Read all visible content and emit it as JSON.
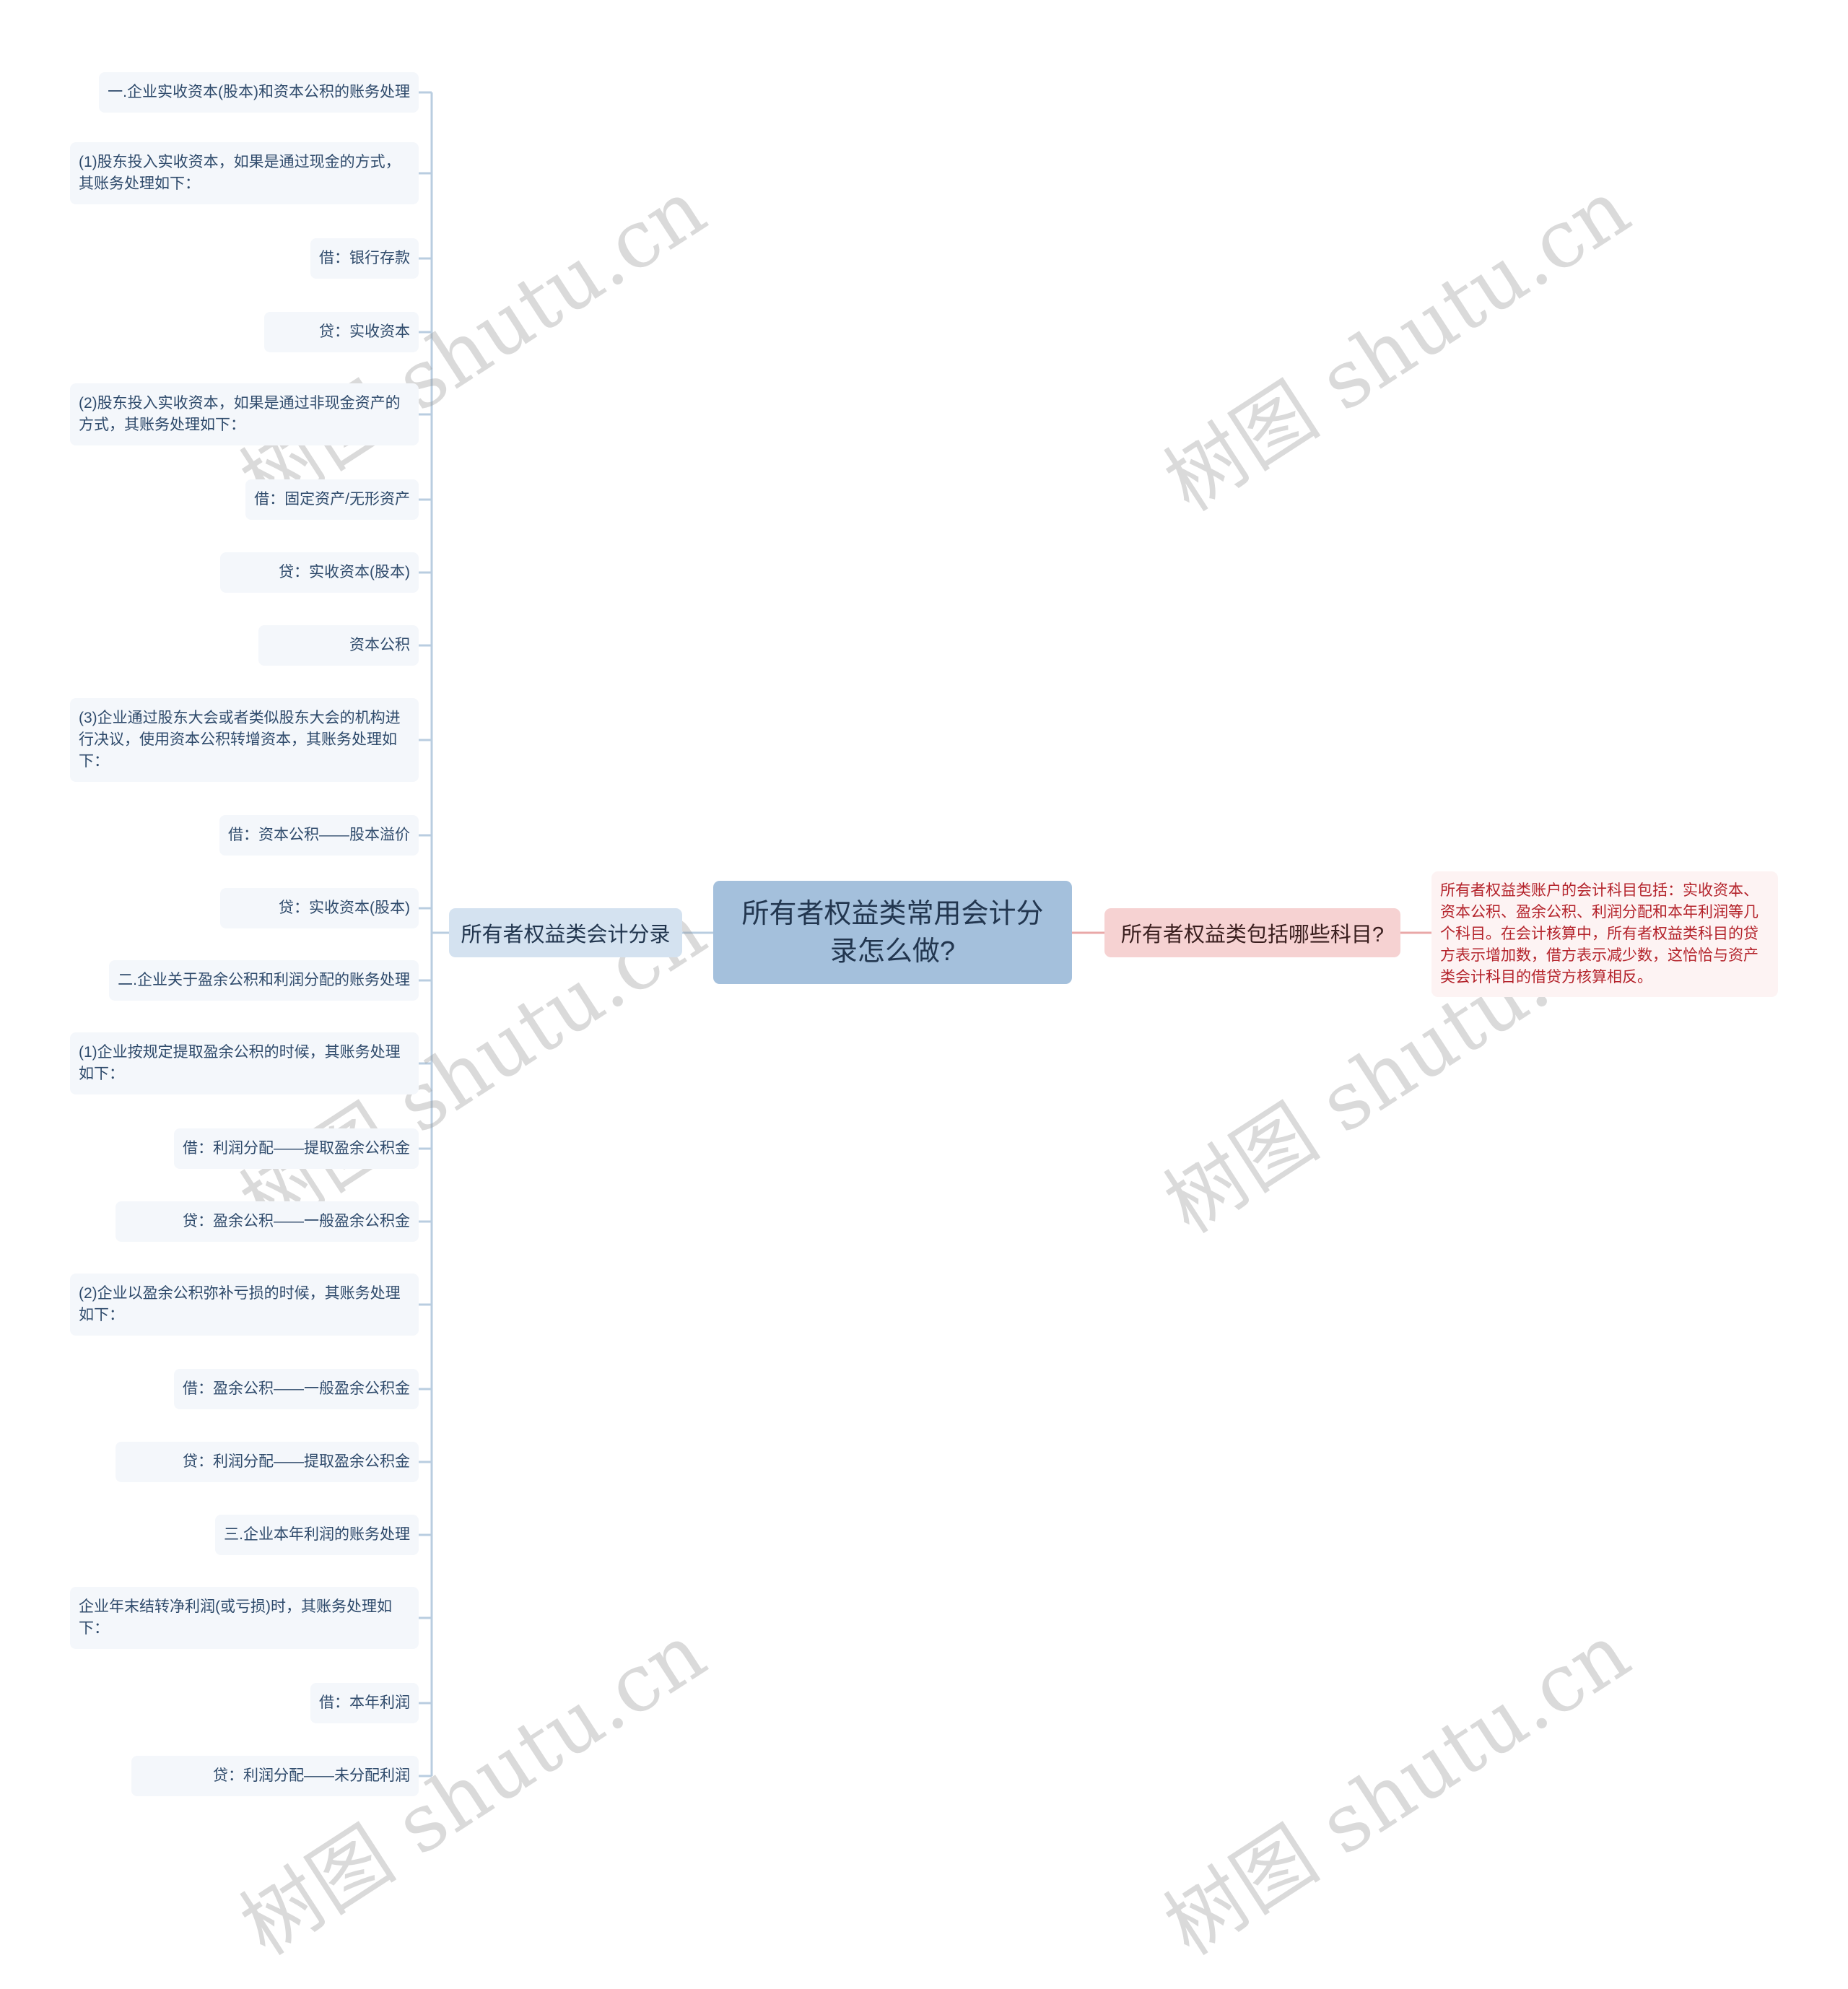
{
  "root": {
    "label": "所有者权益类常用会计分录怎么做?"
  },
  "branches": {
    "left": {
      "label": "所有者权益类会计分录"
    },
    "right": {
      "label": "所有者权益类包括哪些科目?"
    }
  },
  "right_description": "所有者权益类账户的会计科目包括：实收资本、资本公积、盈余公积、利润分配和本年利润等几个科目。在会计核算中，所有者权益类科目的贷方表示增加数，借方表示减少数，这恰恰与资产类会计科目的借贷方核算相反。",
  "leaves": [
    "一.企业实收资本(股本)和资本公积的账务处理",
    "(1)股东投入实收资本，如果是通过现金的方式，其账务处理如下：",
    "借：银行存款",
    "贷：实收资本",
    "(2)股东投入实收资本，如果是通过非现金资产的方式，其账务处理如下：",
    "借：固定资产/无形资产",
    "贷：实收资本(股本)",
    "资本公积",
    "(3)企业通过股东大会或者类似股东大会的机构进行决议，使用资本公积转增资本，其账务处理如下：",
    "借：资本公积——股本溢价",
    "贷：实收资本(股本)",
    "二.企业关于盈余公积和利润分配的账务处理",
    "(1)企业按规定提取盈余公积的时候，其账务处理如下：",
    "借：利润分配——提取盈余公积金",
    "贷：盈余公积——一般盈余公积金",
    "(2)企业以盈余公积弥补亏损的时候，其账务处理如下：",
    "借：盈余公积——一般盈余公积金",
    "贷：利润分配——提取盈余公积金",
    "三.企业本年利润的账务处理",
    "企业年末结转净利润(或亏损)时，其账务处理如下：",
    "借：本年利润",
    "贷：利润分配——未分配利润"
  ],
  "watermark": "树图 shutu.cn",
  "colors": {
    "root_fill": "#a4c0dc",
    "left_branch_fill": "#d4e2f0",
    "right_branch_fill": "#f6d2d2",
    "leaf_fill": "#f4f7fb",
    "leaf_text": "#2e4a6b",
    "left_connector": "#b9cde0",
    "right_connector": "#e9a8a8",
    "desc_text": "#b4232b"
  }
}
